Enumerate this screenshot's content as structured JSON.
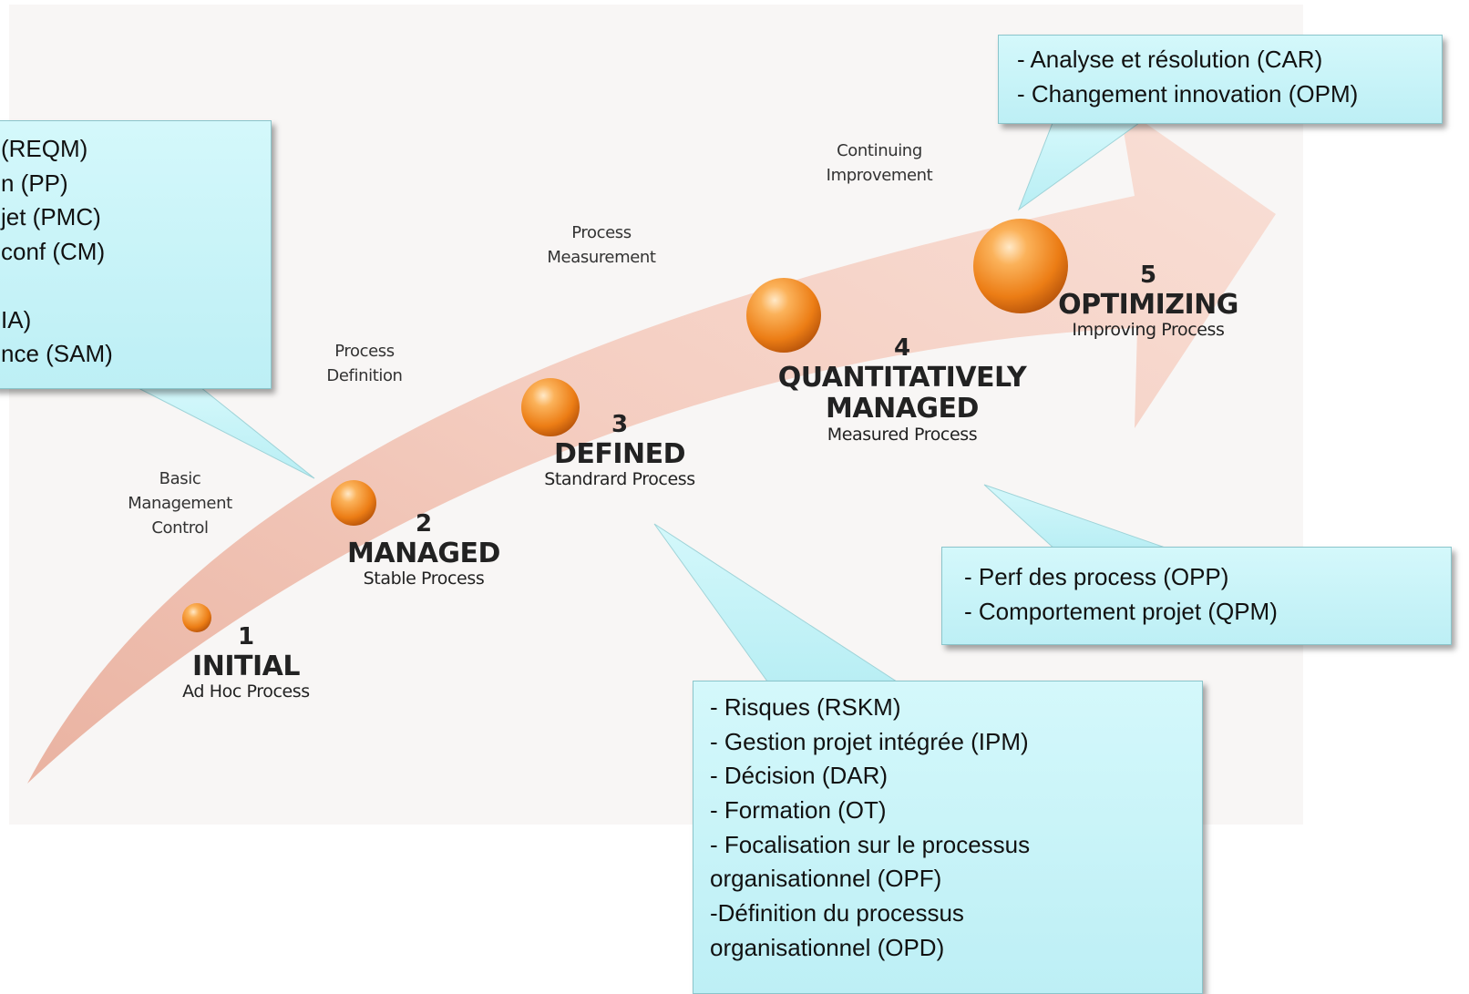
{
  "stages": [
    {
      "number": "1",
      "name": "INITIAL",
      "desc": "Ad Hoc Process"
    },
    {
      "number": "2",
      "name": "MANAGED",
      "desc": "Stable Process"
    },
    {
      "number": "3",
      "name": "DEFINED",
      "desc": "Standrard Process"
    },
    {
      "number": "4",
      "name": "QUANTITATIVELY",
      "name2": "MANAGED",
      "desc": "Measured Process"
    },
    {
      "number": "5",
      "name": "OPTIMIZING",
      "desc": "Improving Process"
    }
  ],
  "transitions": [
    {
      "line1": "Basic",
      "line2": "Management",
      "line3": "Control"
    },
    {
      "line1": "Process",
      "line2": "Definition"
    },
    {
      "line1": "Process",
      "line2": "Measurement"
    },
    {
      "line1": "Continuing",
      "line2": "Improvement"
    }
  ],
  "callouts": {
    "level2": [
      "(REQM)",
      "n (PP)",
      "jet (PMC)",
      "conf (CM)",
      "",
      "IA)",
      "nce (SAM)"
    ],
    "level3": [
      "- Risques (RSKM)",
      "- Gestion projet intégrée (IPM)",
      "- Décision (DAR)",
      "- Formation (OT)",
      "- Focalisation sur le processus",
      "organisationnel (OPF)",
      "-Définition du processus",
      "organisationnel (OPD)"
    ],
    "level4": [
      "- Perf des process (OPP)",
      "- Comportement projet (QPM)"
    ],
    "level5": [
      "- Analyse et résolution (CAR)",
      "- Changement innovation (OPM)"
    ]
  },
  "colors": {
    "arrow": "#f4c7b8",
    "sphere": "#f08a1f",
    "callout_bg": "#c6f2f7"
  }
}
